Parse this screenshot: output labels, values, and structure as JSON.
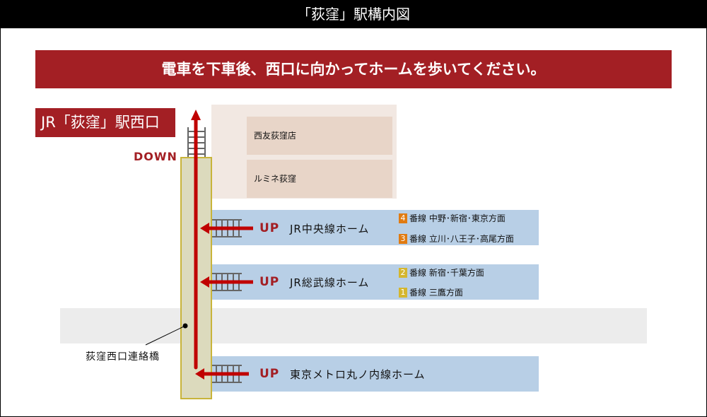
{
  "title": "「荻窪」駅構内図",
  "banner": "電車を下車後、西口に向かってホームを歩いてください。",
  "exit_label": "JR「荻窪」駅西口",
  "down_label": "DOWN",
  "shops": [
    "西友荻窪店",
    "ルミネ荻窪"
  ],
  "platforms": [
    {
      "up": "UP",
      "name": "JR中央線ホーム",
      "lines": [
        {
          "num": "4",
          "text": "番線 中野･新宿･東京方面",
          "color": "#e07b12"
        },
        {
          "num": "3",
          "text": "番線 立川･八王子･高尾方面",
          "color": "#e07b12"
        }
      ]
    },
    {
      "up": "UP",
      "name": "JR総武線ホーム",
      "lines": [
        {
          "num": "2",
          "text": "番線 新宿･千葉方面",
          "color": "#d4b62e"
        },
        {
          "num": "1",
          "text": "番線 三鷹方面",
          "color": "#d4b62e"
        }
      ]
    },
    {
      "up": "UP",
      "name": "東京メトロ丸ノ内線ホーム",
      "lines": []
    }
  ],
  "bridge_label": "荻窪西口連絡橋",
  "colors": {
    "accent": "#a31f24",
    "arrow": "#c00000",
    "platform": "#b8cfe6"
  }
}
